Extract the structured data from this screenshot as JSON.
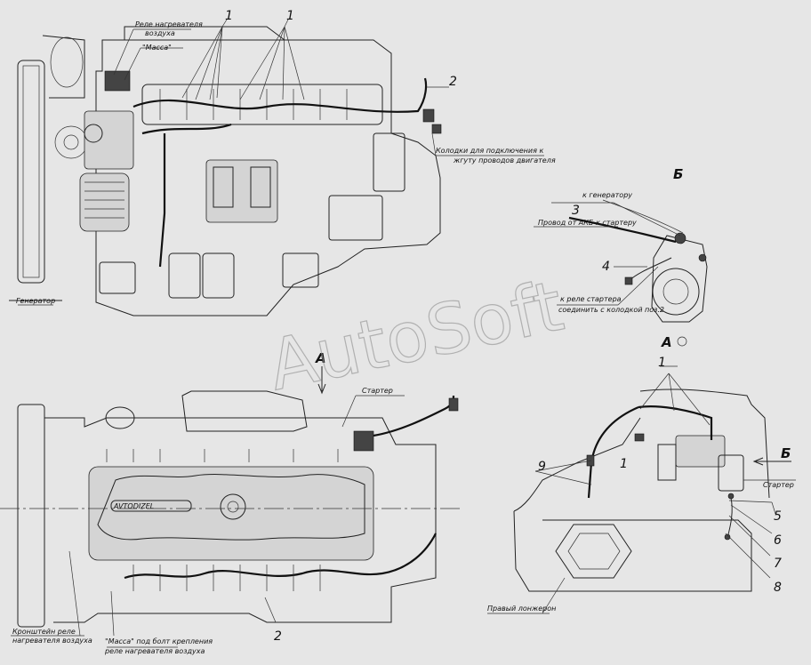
{
  "labels": {
    "relay_air_heater": "Реле нагревателя воздуха",
    "massa": "\"Масса\"",
    "connectors": "Колодки для подключения к жгуту проводов двигателя",
    "generator": "Генератор",
    "to_generator": "к генератору",
    "wire_akb": "Провод от АКБ к стартеру",
    "to_starter_relay": "к реле стартера соединить с колодкой поз.2",
    "starter_top": "Стартер",
    "starter_right": "Стартер",
    "bracket_relay": "Кронштейн реле нагревателя воздуха",
    "massa_bolt": "\"Масса\" под болт крепления реле нагревателя воздуха",
    "right_spar": "Правый лонжерон",
    "engine_brand": "AVTODIZEL"
  },
  "views": {
    "view_a": "А",
    "view_b": "Б",
    "view_a_ref": "А",
    "view_b_arrow": "Б"
  },
  "positions": {
    "p1_top_left": "1",
    "p1_top_right": "1",
    "p2_top": "2",
    "p2_bottom": "2",
    "p3": "3",
    "p4": "4",
    "p1_a_top": "1",
    "p1_a_mid": "1",
    "p9": "9",
    "p5": "5",
    "p6": "6",
    "p7": "7",
    "p8": "8"
  },
  "watermark": "AutoSoft"
}
